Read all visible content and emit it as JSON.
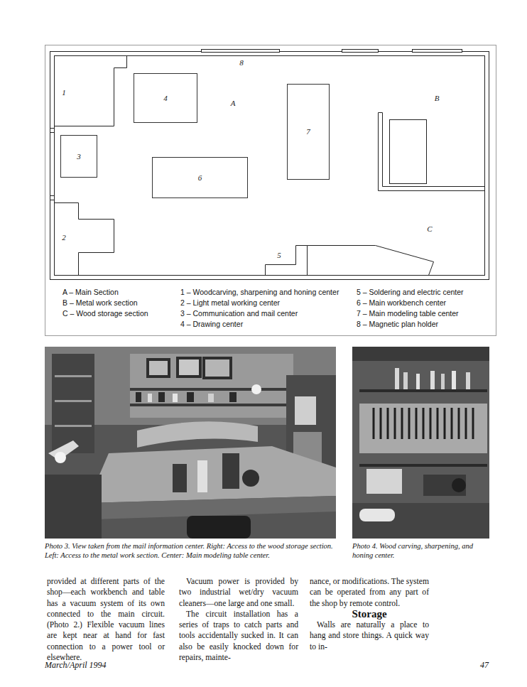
{
  "diagram": {
    "nodes": [
      {
        "text": [
          "4"
        ]
      },
      {
        "text": [
          "7"
        ]
      },
      {
        "text": [
          "3"
        ]
      },
      {
        "text": [
          "6"
        ]
      }
    ],
    "labels": [
      "8",
      "1",
      "A",
      "B",
      "2",
      "5",
      "C",
      "A – Main Section",
      "B – Metal work section",
      "C – Wood storage section",
      "1 – Woodcarving, sharpening and honing center",
      "2 – Light metal working center",
      "3 – Communication and mail center",
      "4 – Drawing center",
      "5 – Soldering and electric center",
      "6 – Main workbench center",
      "7 – Main modeling table center",
      "8 – Magnetic plan holder",
      "Photo 3. View taken from the mail information center. Right: Access to the wood storage section. Left: Access to the metal work section. Center: Main modeling table center.",
      "Photo 4. Wood carving, sharpening, and honing center.",
      "provided at different parts of the shop—each workbench and table has a vacuum system of its own connected to the main circuit. (Photo 2.) Flexible vacuum lines are kept near at hand for fast connection to a power tool or elsewhere.",
      "Vacuum power is provided by two industrial wet/dry vacuum cleaners—one large and one small.",
      "The circuit installation has a series of traps to catch parts and tools accidentally sucked in. It can also be easily knocked down for repairs, mainte-",
      "nance, or modifications. The system can be operated from any part of the shop by remote control.",
      "Storage",
      "Walls are naturally a place to hang and store things. A quick way to in-",
      "March/April 1994",
      "47"
    ]
  }
}
